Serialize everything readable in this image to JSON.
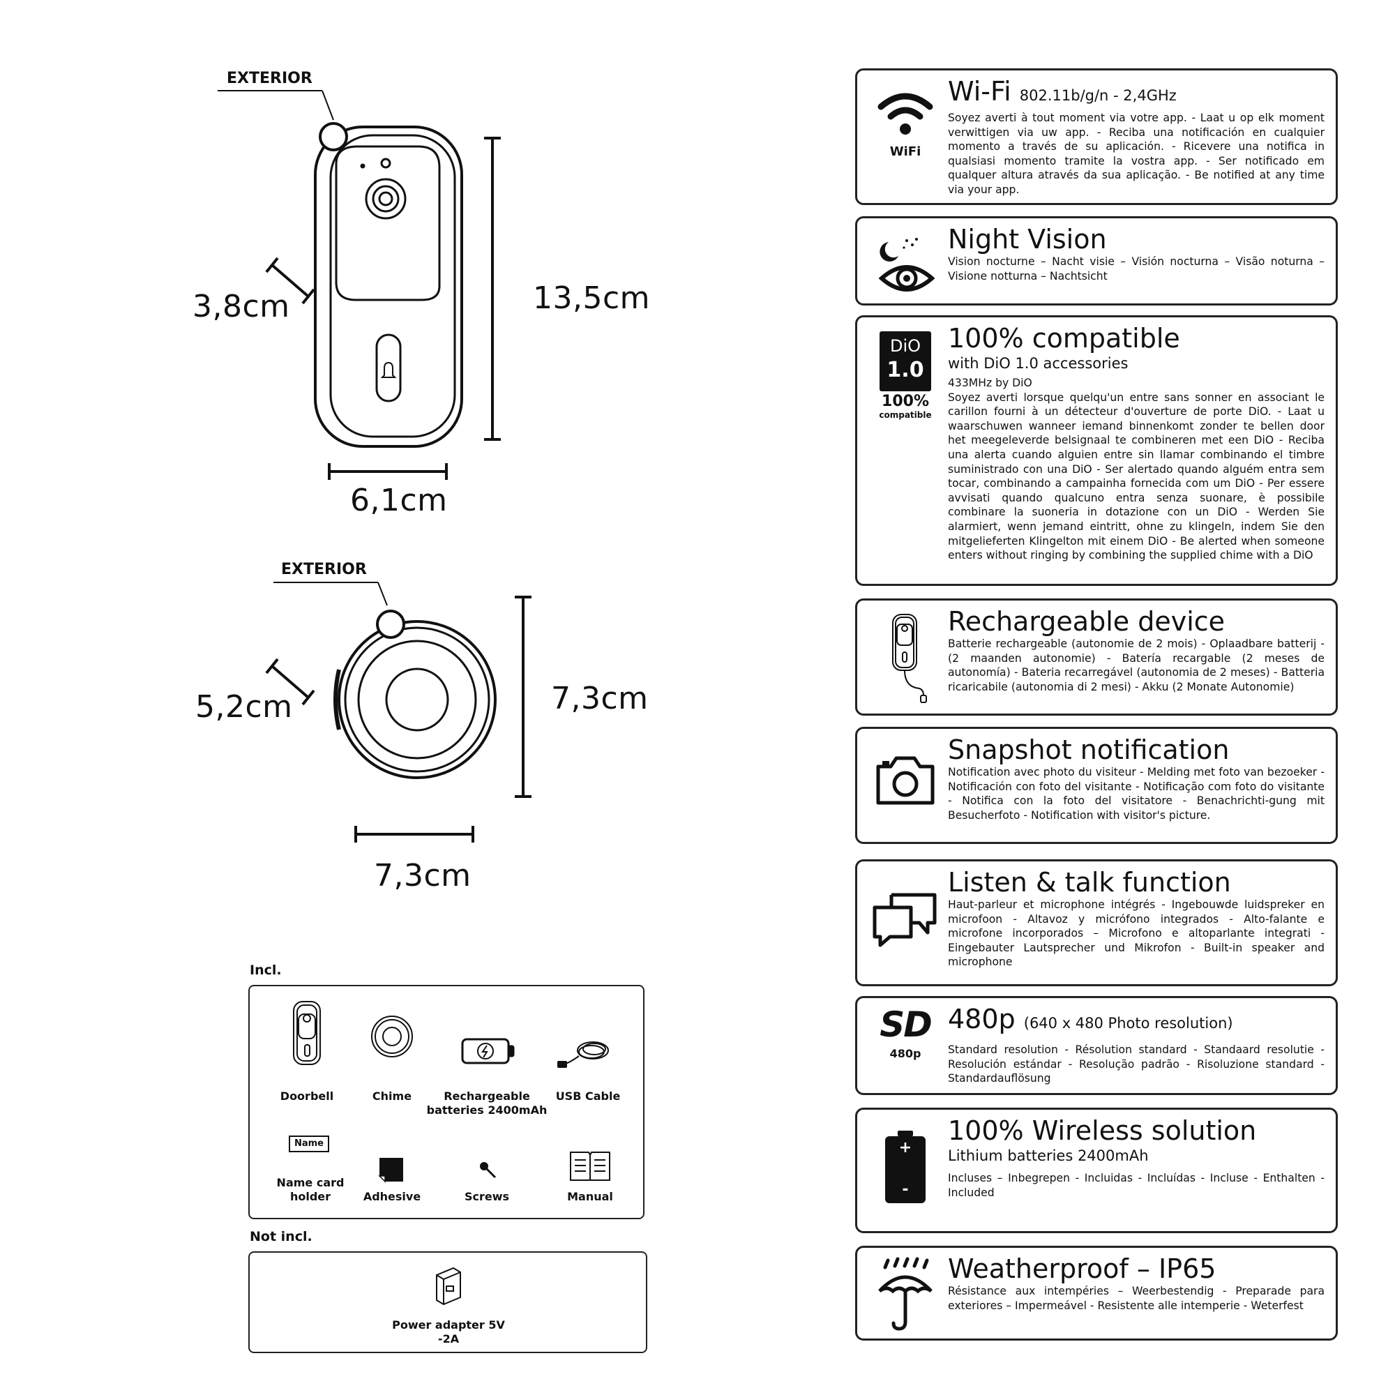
{
  "diagram": {
    "doorbell": {
      "exterior_label": "EXTERIOR",
      "depth": "3,8cm",
      "height": "13,5cm",
      "width": "6,1cm"
    },
    "chime": {
      "exterior_label": "EXTERIOR",
      "depth": "5,2cm",
      "height": "7,3cm",
      "width": "7,3cm"
    }
  },
  "included": {
    "heading": "Incl.",
    "items": [
      {
        "label": "Doorbell",
        "icon": "doorbell-icon"
      },
      {
        "label": "Chime",
        "icon": "chime-icon"
      },
      {
        "label": "Rechargeable batteries 2400mAh",
        "icon": "battery-icon"
      },
      {
        "label": "USB Cable",
        "icon": "usb-cable-icon"
      },
      {
        "label": "Name card holder",
        "icon": "name-card-icon",
        "icon_text": "Name"
      },
      {
        "label": "Adhesive",
        "icon": "adhesive-icon"
      },
      {
        "label": "Screws",
        "icon": "screw-icon"
      },
      {
        "label": "Manual",
        "icon": "manual-icon"
      }
    ]
  },
  "not_included": {
    "heading": "Not incl.",
    "items": [
      {
        "label": "Power adapter 5V -2A",
        "icon": "power-adapter-icon"
      }
    ]
  },
  "features": [
    {
      "icon": "wifi-icon",
      "icon_label": "WiFi",
      "title": "Wi-Fi",
      "title_sub": "802.11b/g/n - 2,4GHz",
      "text": "Soyez averti à tout moment via votre app. - Laat u op elk moment verwittigen via uw app. - Reciba una notificación en cualquier momento a través de su aplicación. - Ricevere una notifica in qualsiasi momento tramite la vostra app. - Ser notificado em qualquer altura através da sua aplicação. - Be notified at any time via your app."
    },
    {
      "icon": "night-vision-icon",
      "title": "Night Vision",
      "text": "Vision nocturne – Nacht visie – Visión nocturna – Visão noturna – Visione notturna – Nachtsicht"
    },
    {
      "icon": "dio-icon",
      "icon_badge_top": "DiO",
      "icon_badge_bottom": "1.0",
      "icon_label": "100%",
      "icon_label_sub": "compatible",
      "title": "100% compatible",
      "subtitle": "with DiO 1.0 accessories",
      "freq": "433MHz by DiO",
      "text": "Soyez averti lorsque quelqu'un entre sans sonner en associant le carillon fourni à un détecteur d'ouverture de porte DiO. - Laat u waarschuwen wanneer iemand binnenkomt zonder te bellen door het meegeleverde belsignaal te combineren met een DiO - Reciba una alerta cuando alguien entre sin llamar combinando el timbre suministrado con una DiO - Ser alertado quando alguém entra sem tocar, combinando a campainha fornecida com um DiO - Per essere avvisati quando qualcuno entra senza suonare, è possibile combinare la suoneria in dotazione con un DiO - Werden Sie alarmiert, wenn jemand eintritt, ohne zu klingeln, indem Sie den mitgelieferten Klingelton mit einem DiO - Be alerted when someone enters without ringing by combining the supplied chime with a DiO"
    },
    {
      "icon": "rechargeable-icon",
      "title": "Rechargeable device",
      "text": "Batterie rechargeable (autonomie de 2 mois) - Oplaadbare batterij - (2 maanden autonomie) - Batería recargable (2 meses de autonomía) - Bateria recarregável (autonomia de 2 meses) - Batteria ricaricabile (autonomia di 2 mesi) - Akku (2 Monate Autonomie)"
    },
    {
      "icon": "camera-icon",
      "title": "Snapshot notification",
      "text": "Notification avec photo du visiteur - Melding met foto van bezoeker - Notificación con foto del visitante - Notificação com foto do visitante - Notifica con la foto del visitatore - Benachrichti-gung mit Besucherfoto - Notification with visitor's picture."
    },
    {
      "icon": "chat-bubbles-icon",
      "title": "Listen & talk function",
      "text": "Haut-parleur et microphone intégrés - Ingebouwde luidspreker en microfoon - Altavoz y micrófono integrados - Alto-falante e microfone incorporados – Microfono e altoparlante integrati - Eingebauter Lautsprecher und Mikrofon - Built-in speaker and microphone"
    },
    {
      "icon": "sd-icon",
      "icon_badge_top": "SD",
      "icon_label": "480p",
      "title": "480p",
      "title_sub": "(640 x 480 Photo resolution)",
      "text": "Standard resolution - Résolution standard - Standaard resolutie - Resolución estándar - Resolução padrão - Risoluzione standard - Standardauflösung"
    },
    {
      "icon": "battery-large-icon",
      "icon_plus": "+",
      "icon_minus": "-",
      "title": "100% Wireless solution",
      "subtitle": "Lithium batteries 2400mAh",
      "text": "Incluses – Inbegrepen - Incluidas - Incluídas - Incluse - Enthalten - Included"
    },
    {
      "icon": "umbrella-icon",
      "title": "Weatherproof – IP65",
      "text": "Résistance aux intempéries – Weerbestendig - Preparade para exteriores – Impermeável - Resistente alle intemperie - Weterfest"
    }
  ]
}
